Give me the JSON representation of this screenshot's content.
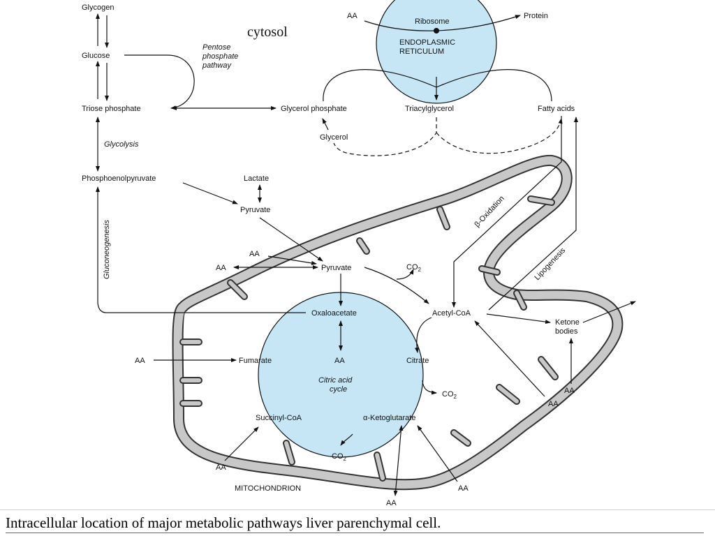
{
  "caption": "Intracellular location of major metabolic pathways liver  parenchymal cell.",
  "colors": {
    "organelle_fill": "#c6e6f6",
    "membrane_fill": "#c8c8c8",
    "line": "#111111"
  },
  "labels": {
    "cytosol": "cytosol",
    "glycogen": "Glycogen",
    "glucose": "Glucose",
    "pentose": [
      "Pentose",
      "phosphate",
      "pathway"
    ],
    "triose_phosphate": "Triose phosphate",
    "glycolysis": "Glycolysis",
    "pep": "Phosphoenolpyruvate",
    "gluconeogenesis": "Gluconeogenesis",
    "lactate": "Lactate",
    "pyruvate_cytosol": "Pyruvate",
    "aa_top": "AA",
    "ribosome": "Ribosome",
    "protein": "Protein",
    "er": [
      "ENDOPLASMIC",
      "RETICULUM"
    ],
    "glycerol_phosphate": "Glycerol phosphate",
    "triacylglycerol": "Triacylglycerol",
    "fatty_acids": "Fatty acids",
    "glycerol": "Glycerol",
    "beta_oxidation": "β-Oxidation",
    "lipogenesis": "Lipogenesis",
    "aa_pyr_in": "AA",
    "aa_pyr_out": "AA",
    "pyruvate_mito": "Pyruvate",
    "co2_pyr": "CO",
    "co2_sub": "2",
    "acetyl_coa": "Acetyl-CoA",
    "ketone": [
      "Ketone",
      "bodies"
    ],
    "oxaloacetate": "Oxaloacetate",
    "aa_fumarate": "AA",
    "fumarate": "Fumarate",
    "aa_center": "AA",
    "citrate": "Citrate",
    "cac": [
      "Citric acid",
      "cycle"
    ],
    "co2_citrate": "CO",
    "succinyl_coa": "Succinyl-CoA",
    "akg": "α-Ketoglutarate",
    "co2_bottom": "CO",
    "aa_succinyl": "AA",
    "mitochondrion": "MITOCHONDRION",
    "aa_akg_down": "AA",
    "aa_akg_in": "AA",
    "aa_acetyl": "AA",
    "aa_ketone": "AA"
  }
}
